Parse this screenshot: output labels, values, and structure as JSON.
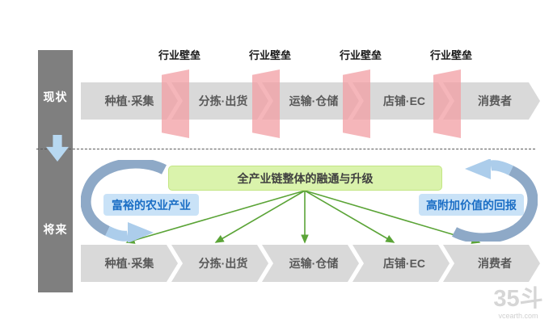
{
  "diagram": {
    "rows": {
      "current": {
        "label": "现状"
      },
      "future": {
        "label": "将来"
      }
    },
    "stages": [
      "种植·采集",
      "分拣·出货",
      "运输·仓储",
      "店铺·EC",
      "消费者"
    ],
    "barrier_label": "行业壁垒",
    "future_section": {
      "headline": "全产业链整体的融通与升级",
      "left_benefit": "富裕的农业产业",
      "right_benefit": "高附加价值的回报"
    },
    "watermark": {
      "logo": "35斗",
      "site": "vcearth.com"
    },
    "colors": {
      "bar_gray": "#7f7f7f",
      "band_gray": "#d9d9d9",
      "barrier_pink": "#f3a2a8",
      "headline_green_bg": "#daf3ac",
      "arrow_green": "#5ba437",
      "cycle_blue_dark": "#8ea9c7",
      "cycle_blue_light": "#accdeb",
      "benefit_bg_blue": "#c9e2f7",
      "benefit_text_blue": "#1b6ec5",
      "down_arrow_blue": "#b7d8f1"
    }
  }
}
